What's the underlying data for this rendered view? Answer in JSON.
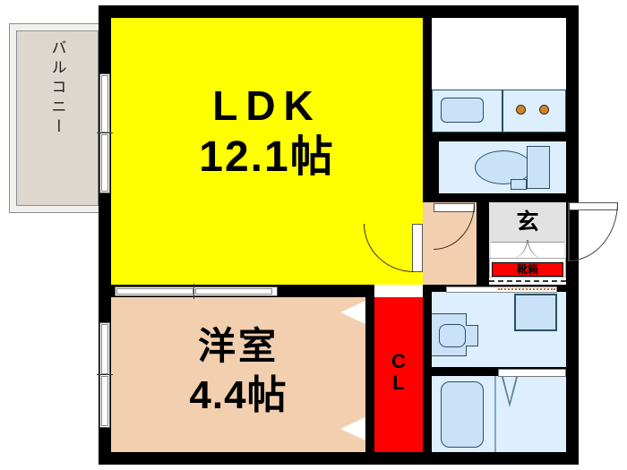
{
  "plan": {
    "type": "apartment-floor-plan",
    "rooms": [
      {
        "key": "ldk",
        "name": "LDK",
        "area": "12.1帖",
        "color": "#ffff00"
      },
      {
        "key": "washitsu",
        "name": "洋室",
        "area": "4.4帖",
        "color": "#f2cfae"
      },
      {
        "key": "closet",
        "name_line1": "C",
        "name_line2": "L",
        "color": "#ff0000"
      },
      {
        "key": "genkan",
        "name": "玄",
        "color": "#e2e2e2"
      },
      {
        "key": "balcony",
        "name": "バルコニー",
        "color": "#ddd7cf"
      }
    ],
    "labels": {
      "ldk_title": "LDK",
      "ldk_area": "12.1帖",
      "room_title": "洋室",
      "room_area": "4.4帖",
      "closet_l1": "C",
      "closet_l2": "L",
      "genkan": "玄",
      "shoebox": "靴箱",
      "balcony": "バルコニー"
    },
    "fixtures": [
      {
        "name": "kitchen-sink",
        "label": ""
      },
      {
        "name": "stove-two-burner",
        "label": ""
      },
      {
        "name": "toilet",
        "label": ""
      },
      {
        "name": "toilet-tank",
        "label": ""
      },
      {
        "name": "washbasin",
        "label": ""
      },
      {
        "name": "washing-machine-space",
        "label": ""
      },
      {
        "name": "bathtub",
        "label": ""
      },
      {
        "name": "balcony-door",
        "label": ""
      },
      {
        "name": "room-window",
        "label": ""
      },
      {
        "name": "entrance-door",
        "label": ""
      }
    ],
    "colors": {
      "wall": "#000000",
      "ldk_fill": "#ffff00",
      "room_fill": "#f2cfae",
      "closet_fill": "#ff0000",
      "water_fill": "#ddeeff",
      "fixture_fill": "#c9e2f7",
      "balcony_fill": "#ddd7cf",
      "genkan_fill": "#e2e2e2",
      "shoebox_fill": "#ff0000"
    }
  }
}
